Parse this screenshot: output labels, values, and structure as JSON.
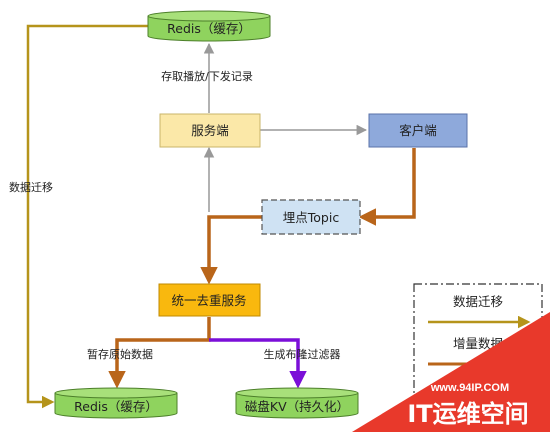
{
  "nodes": {
    "redis_top": "Redis（缓存）",
    "server": "服务端",
    "client": "客户端",
    "topic": "埋点Topic",
    "dedup": "统一去重服务",
    "redis_bottom": "Redis（缓存）",
    "disk_kv": "磁盘KV（持久化）"
  },
  "edges": {
    "server_to_redis": "存取播放/下发记录",
    "data_migration": "数据迁移",
    "store_raw": "暂存原始数据",
    "bloom": "生成布隆过滤器"
  },
  "legend": {
    "migration": "数据迁移",
    "incremental": "增量数据"
  },
  "watermark": {
    "url": "www.94IP.COM",
    "text": "IT运维空间"
  },
  "colors": {
    "green": "#8fd35e",
    "yellow": "#fbe8a8",
    "blue": "#8ea9db",
    "light_blue": "#cfe2f3",
    "orange": "#f9b80e",
    "brown": "#b9651a",
    "olive": "#b5941b",
    "purple": "#7b0fd8",
    "gray": "#999999",
    "red": "#e8392b"
  }
}
